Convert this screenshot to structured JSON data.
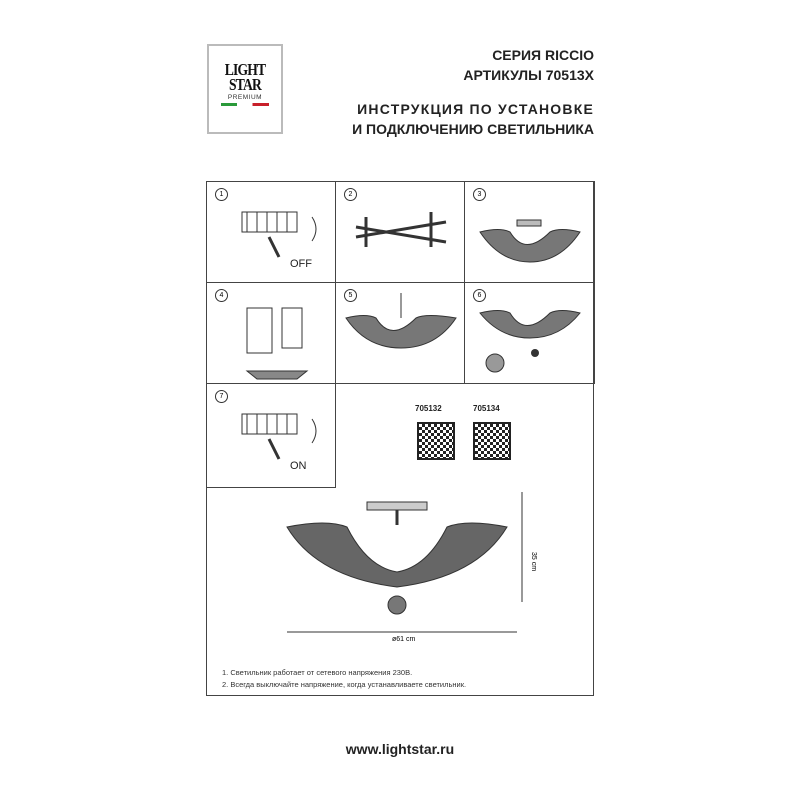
{
  "logo": {
    "line1": "LIGHT",
    "line2": "STAR",
    "line3": "PREMIUM"
  },
  "header": {
    "series": "СЕРИЯ RICCIO",
    "articles": "АРТИКУЛЫ 70513X",
    "title_line1": "ИНСТРУКЦИЯ ПО УСТАНОВКЕ",
    "title_line2": "И ПОДКЛЮЧЕНИЮ СВЕТИЛЬНИКА"
  },
  "steps": [
    {
      "n": "1",
      "label": "OFF"
    },
    {
      "n": "2"
    },
    {
      "n": "3"
    },
    {
      "n": "4"
    },
    {
      "n": "5"
    },
    {
      "n": "6"
    },
    {
      "n": "7",
      "label": "ON"
    }
  ],
  "articles": [
    "705132",
    "705134"
  ],
  "dimensions": {
    "height": "35 cm",
    "diameter": "ø61 cm"
  },
  "notes": [
    "1. Светильник работает от сетевого напряжения 230В.",
    "2. Всегда выключайте напряжение, когда устанавливаете светильник."
  ],
  "url": "www.lightstar.ru"
}
